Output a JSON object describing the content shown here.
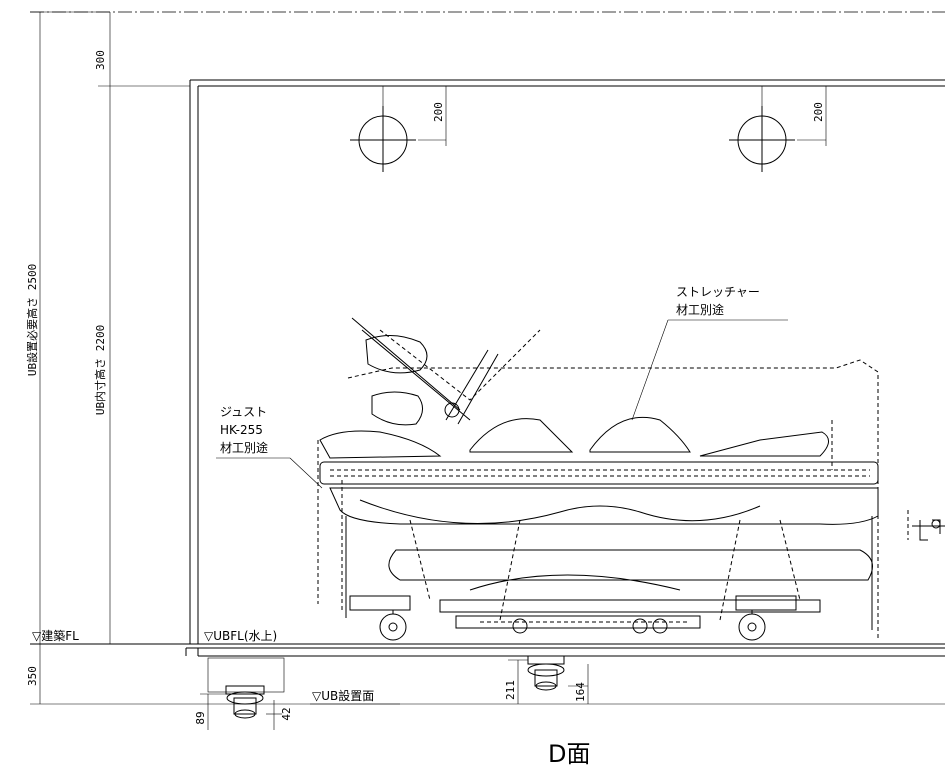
{
  "title": "D面",
  "dimensions": {
    "top_clearance": "300",
    "ub_install_height": "UB設置必要高さ 2500",
    "ub_inner_height": "UB内寸高さ 2200",
    "lamp_left_offset": "200",
    "lamp_right_offset": "200",
    "floor_drop": "350",
    "drain_left_height": "89",
    "drain_left_small": "42",
    "drain_center_a": "211",
    "drain_center_b": "164"
  },
  "labels": {
    "stretcher_line1": "ストレッチャー",
    "stretcher_line2": "材工別途",
    "just_line1": "ジュスト",
    "just_line2": "HK-255",
    "just_line3": "材工別途",
    "building_fl": "▽建築FL",
    "ubfl": "▽UBFL(水上)",
    "ub_install_surface": "▽UB設置面"
  },
  "icons": [
    "ceiling-lamp-icon",
    "faucet-icon",
    "drain-trap-icon",
    "caster-wheel-icon"
  ]
}
